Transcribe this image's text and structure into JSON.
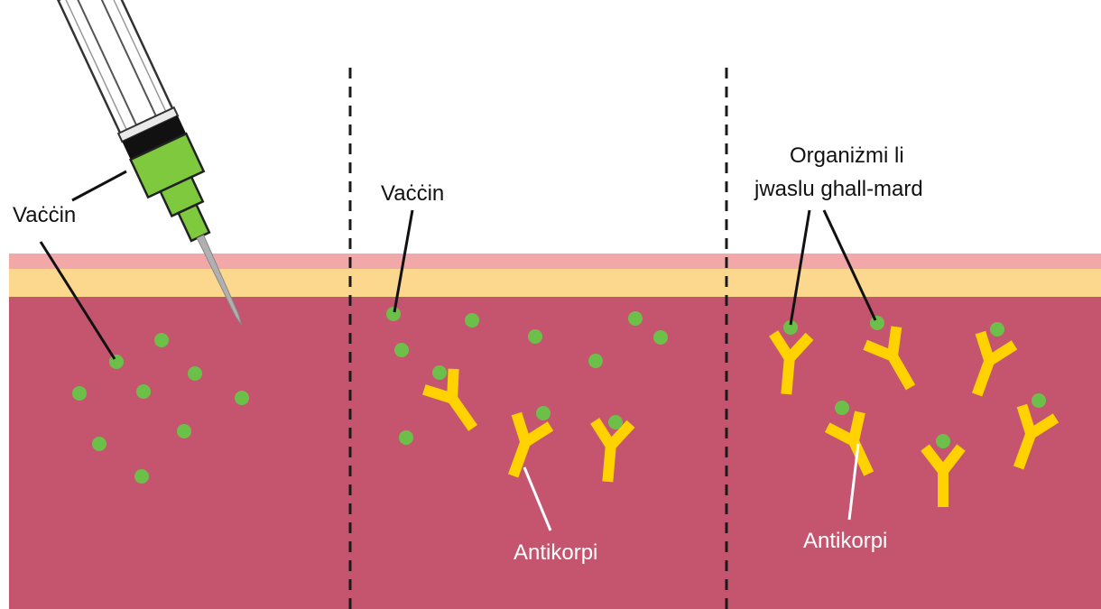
{
  "labels": {
    "vaccine_panel1": "Vaċċin",
    "vaccine_panel2": "Vaċċin",
    "antibodies_panel2": "Antikorpi",
    "pathogens_line1": "Organiżmi li",
    "pathogens_line2": "jwaslu ghall-mard",
    "antibodies_panel3": "Antikorpi"
  },
  "colors": {
    "tissue": "#c5556f",
    "skin_top": "#f2a8a8",
    "skin_fat": "#fcd78e",
    "vaccine_particle": "#6cc04a",
    "antibody": "#ffd200",
    "syringe_green": "#7fc93f",
    "divider": "#1a1a1a"
  },
  "icons": [
    "syringe-icon",
    "antibody-icon",
    "vaccine-particle-icon"
  ]
}
